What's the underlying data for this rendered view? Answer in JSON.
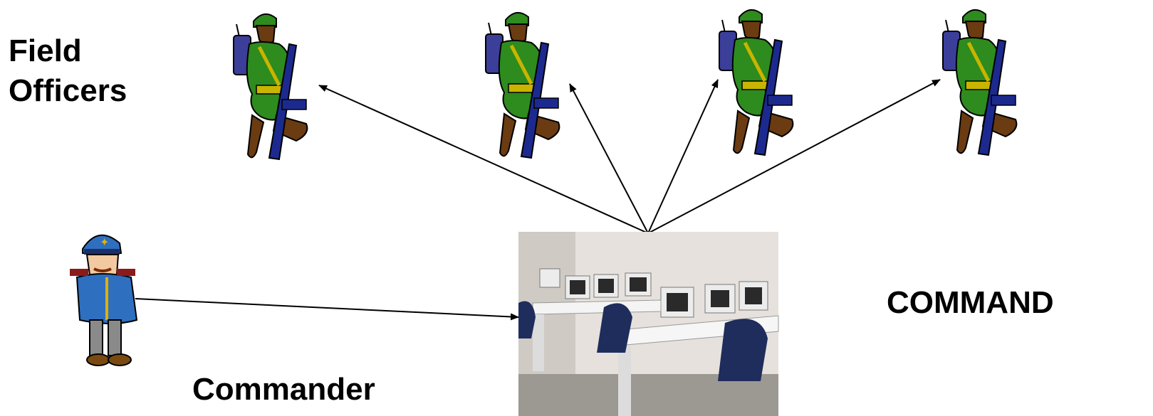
{
  "labels": {
    "field_officers_line1": "Field",
    "field_officers_line2": "Officers",
    "commander": "Commander",
    "command": "COMMAND"
  },
  "icons": {
    "soldier": "soldier-with-radio-icon",
    "commander": "general-officer-icon",
    "command_center": "computer-lab-photo"
  },
  "colors": {
    "soldier_uniform": "#2e8b1e",
    "soldier_skin": "#6b3b12",
    "rifle": "#1c2a8f",
    "commander_coat": "#2f6fc0",
    "arrow": "#000000"
  }
}
